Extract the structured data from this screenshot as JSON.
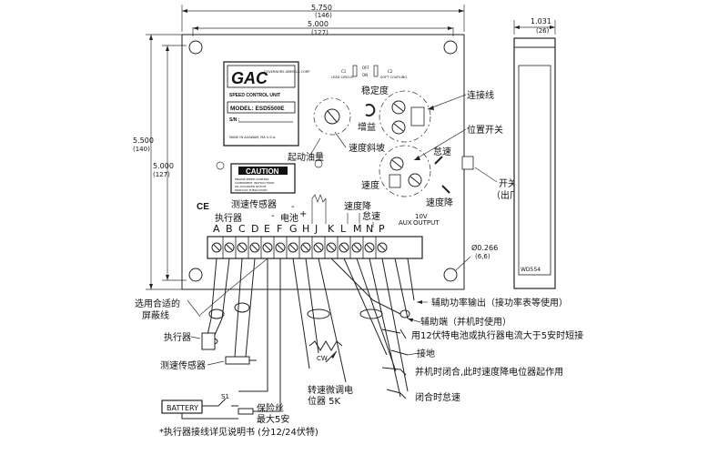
{
  "dimensions": {
    "top_outer": "5.750",
    "top_outer_mm": "(146)",
    "top_inner": "5.000",
    "top_inner_mm": "(127)",
    "left_outer": "5.500",
    "left_outer_mm": "(140)",
    "left_inner": "5.000",
    "left_inner_mm": "(127)",
    "side_width": "1.031",
    "side_width_mm": "(26)",
    "hole": "Ø0.266",
    "hole_mm": "(6,6)"
  },
  "label_panel": {
    "logo_letters": "GAC",
    "logo_small": "GOVERNORS AMERICA CORP",
    "unit_title": "SPEED CONTROL UNIT",
    "model": "MODEL: ESD5500E",
    "sn": "S/N :",
    "made_in": "MADE IN AGAWAM, MA  U.S.A."
  },
  "caution": {
    "title": "CAUTION",
    "line1": "ENGINE SPEED CONTROL",
    "line2": "COMPONENT. INSTRUCTIONS",
    "line3": "OR ADVANCED NOTICE",
    "line4": "PRODUCT PUBLICATION"
  },
  "board": {
    "ce": "CE",
    "wd": "WD554",
    "switches": {
      "c1": "C1",
      "lead_circuit": "LEAD CIRCUIT",
      "off": "OFF",
      "on": "ON",
      "c2": "C2",
      "soft_coupling": "SOFT COUPLING"
    },
    "pot_labels": {
      "gain_ch": "增益",
      "stability_ch": "稳定度",
      "start_fuel_ch": "起动油量",
      "speed_ramp_ch": "速度斜坡",
      "speed_ch": "速度",
      "idle_ch": "怠速",
      "droop_ch": "速度降"
    }
  },
  "terminals": {
    "letters": [
      "A",
      "B",
      "C",
      "D",
      "E",
      "F",
      "G",
      "H",
      "J",
      "K",
      "L",
      "M",
      "N",
      "P"
    ],
    "group_actuator": "执行器",
    "group_sensor": "测速传感器",
    "group_battery": "电池",
    "minus": "-",
    "plus": "+",
    "droop": "速度降",
    "idle": "怠速",
    "aux": "AUX",
    "v10": "10V",
    "output": "OUTPUT"
  },
  "right_callouts": {
    "jumper": "连接线",
    "pos_switch": "位置开关",
    "idle": "怠速",
    "speed": "速度",
    "droop": "速度降",
    "switch_state": "开关状态",
    "factory_setting": "（出厂设定）"
  },
  "wiring_notes": {
    "shielded_cable_1": "选用合适的",
    "shielded_cable_2": "屏蔽线",
    "actuator": "执行器",
    "speed_sensor": "测速传感器",
    "battery": "BATTERY",
    "s1": "S1",
    "fuse_1": "保险丝",
    "fuse_2": "最大5安",
    "footnote": "*执行器接线详见说明书 (分12/24伏特)",
    "aux_power": "辅助功率输出（接功率表等使用）",
    "aux_terminal": "辅助端（并机时使用）",
    "short_note": "用12伏特电池或执行器电流大于5安时短接",
    "ground": "接地",
    "parallel_note": "并机时闭合,此时速度降电位器起作用",
    "idle_closed": "闭合时怠速",
    "cw": "CW",
    "trim_pot_1": "转速微调电",
    "trim_pot_2": "位器  5K"
  }
}
